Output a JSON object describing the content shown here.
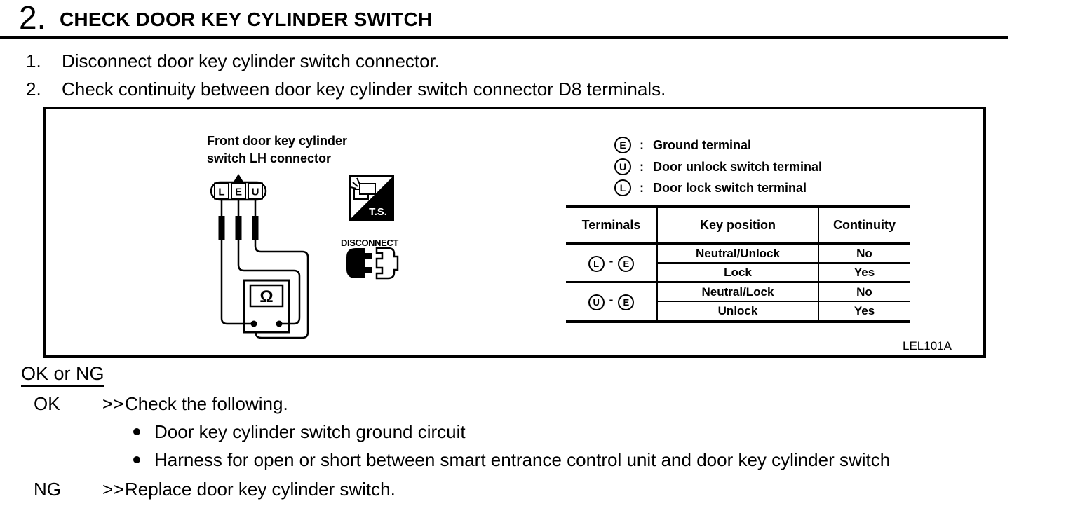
{
  "header": {
    "step_number": "2.",
    "title": "CHECK DOOR KEY CYLINDER SWITCH"
  },
  "steps": [
    {
      "num": "1.",
      "text": "Disconnect door key cylinder switch connector."
    },
    {
      "num": "2.",
      "text": "Check continuity between door key cylinder switch connector D8 terminals."
    }
  ],
  "figure": {
    "caption_line1": "Front door key cylinder",
    "caption_line2": "switch LH connector",
    "connector_terminals": [
      "L",
      "E",
      "U"
    ],
    "meter_symbol": "Ω",
    "ts_icon_label": "T.S.",
    "disconnect_label": "DISCONNECT",
    "legend_colon": ":",
    "legend": [
      {
        "symbol": "E",
        "desc": "Ground terminal"
      },
      {
        "symbol": "U",
        "desc": "Door unlock switch terminal"
      },
      {
        "symbol": "L",
        "desc": "Door lock switch terminal"
      }
    ],
    "figure_code": "LEL101A"
  },
  "table": {
    "headers": [
      "Terminals",
      "Key position",
      "Continuity"
    ],
    "terminal_separator": "-",
    "groups": [
      {
        "terminal_a": "L",
        "terminal_b": "E",
        "rows": [
          {
            "key_position": "Neutral/Unlock",
            "continuity": "No"
          },
          {
            "key_position": "Lock",
            "continuity": "Yes"
          }
        ]
      },
      {
        "terminal_a": "U",
        "terminal_b": "E",
        "rows": [
          {
            "key_position": "Neutral/Lock",
            "continuity": "No"
          },
          {
            "key_position": "Unlock",
            "continuity": "Yes"
          }
        ]
      }
    ]
  },
  "result": {
    "heading": "OK or NG",
    "ok": {
      "label": "OK",
      "arrow": ">>",
      "text": "Check the following."
    },
    "ok_bullets": [
      "Door key cylinder switch ground circuit",
      "Harness for open or short between smart entrance control unit and door key cylinder switch"
    ],
    "ng": {
      "label": "NG",
      "arrow": ">>",
      "text": "Replace door key cylinder switch."
    }
  }
}
